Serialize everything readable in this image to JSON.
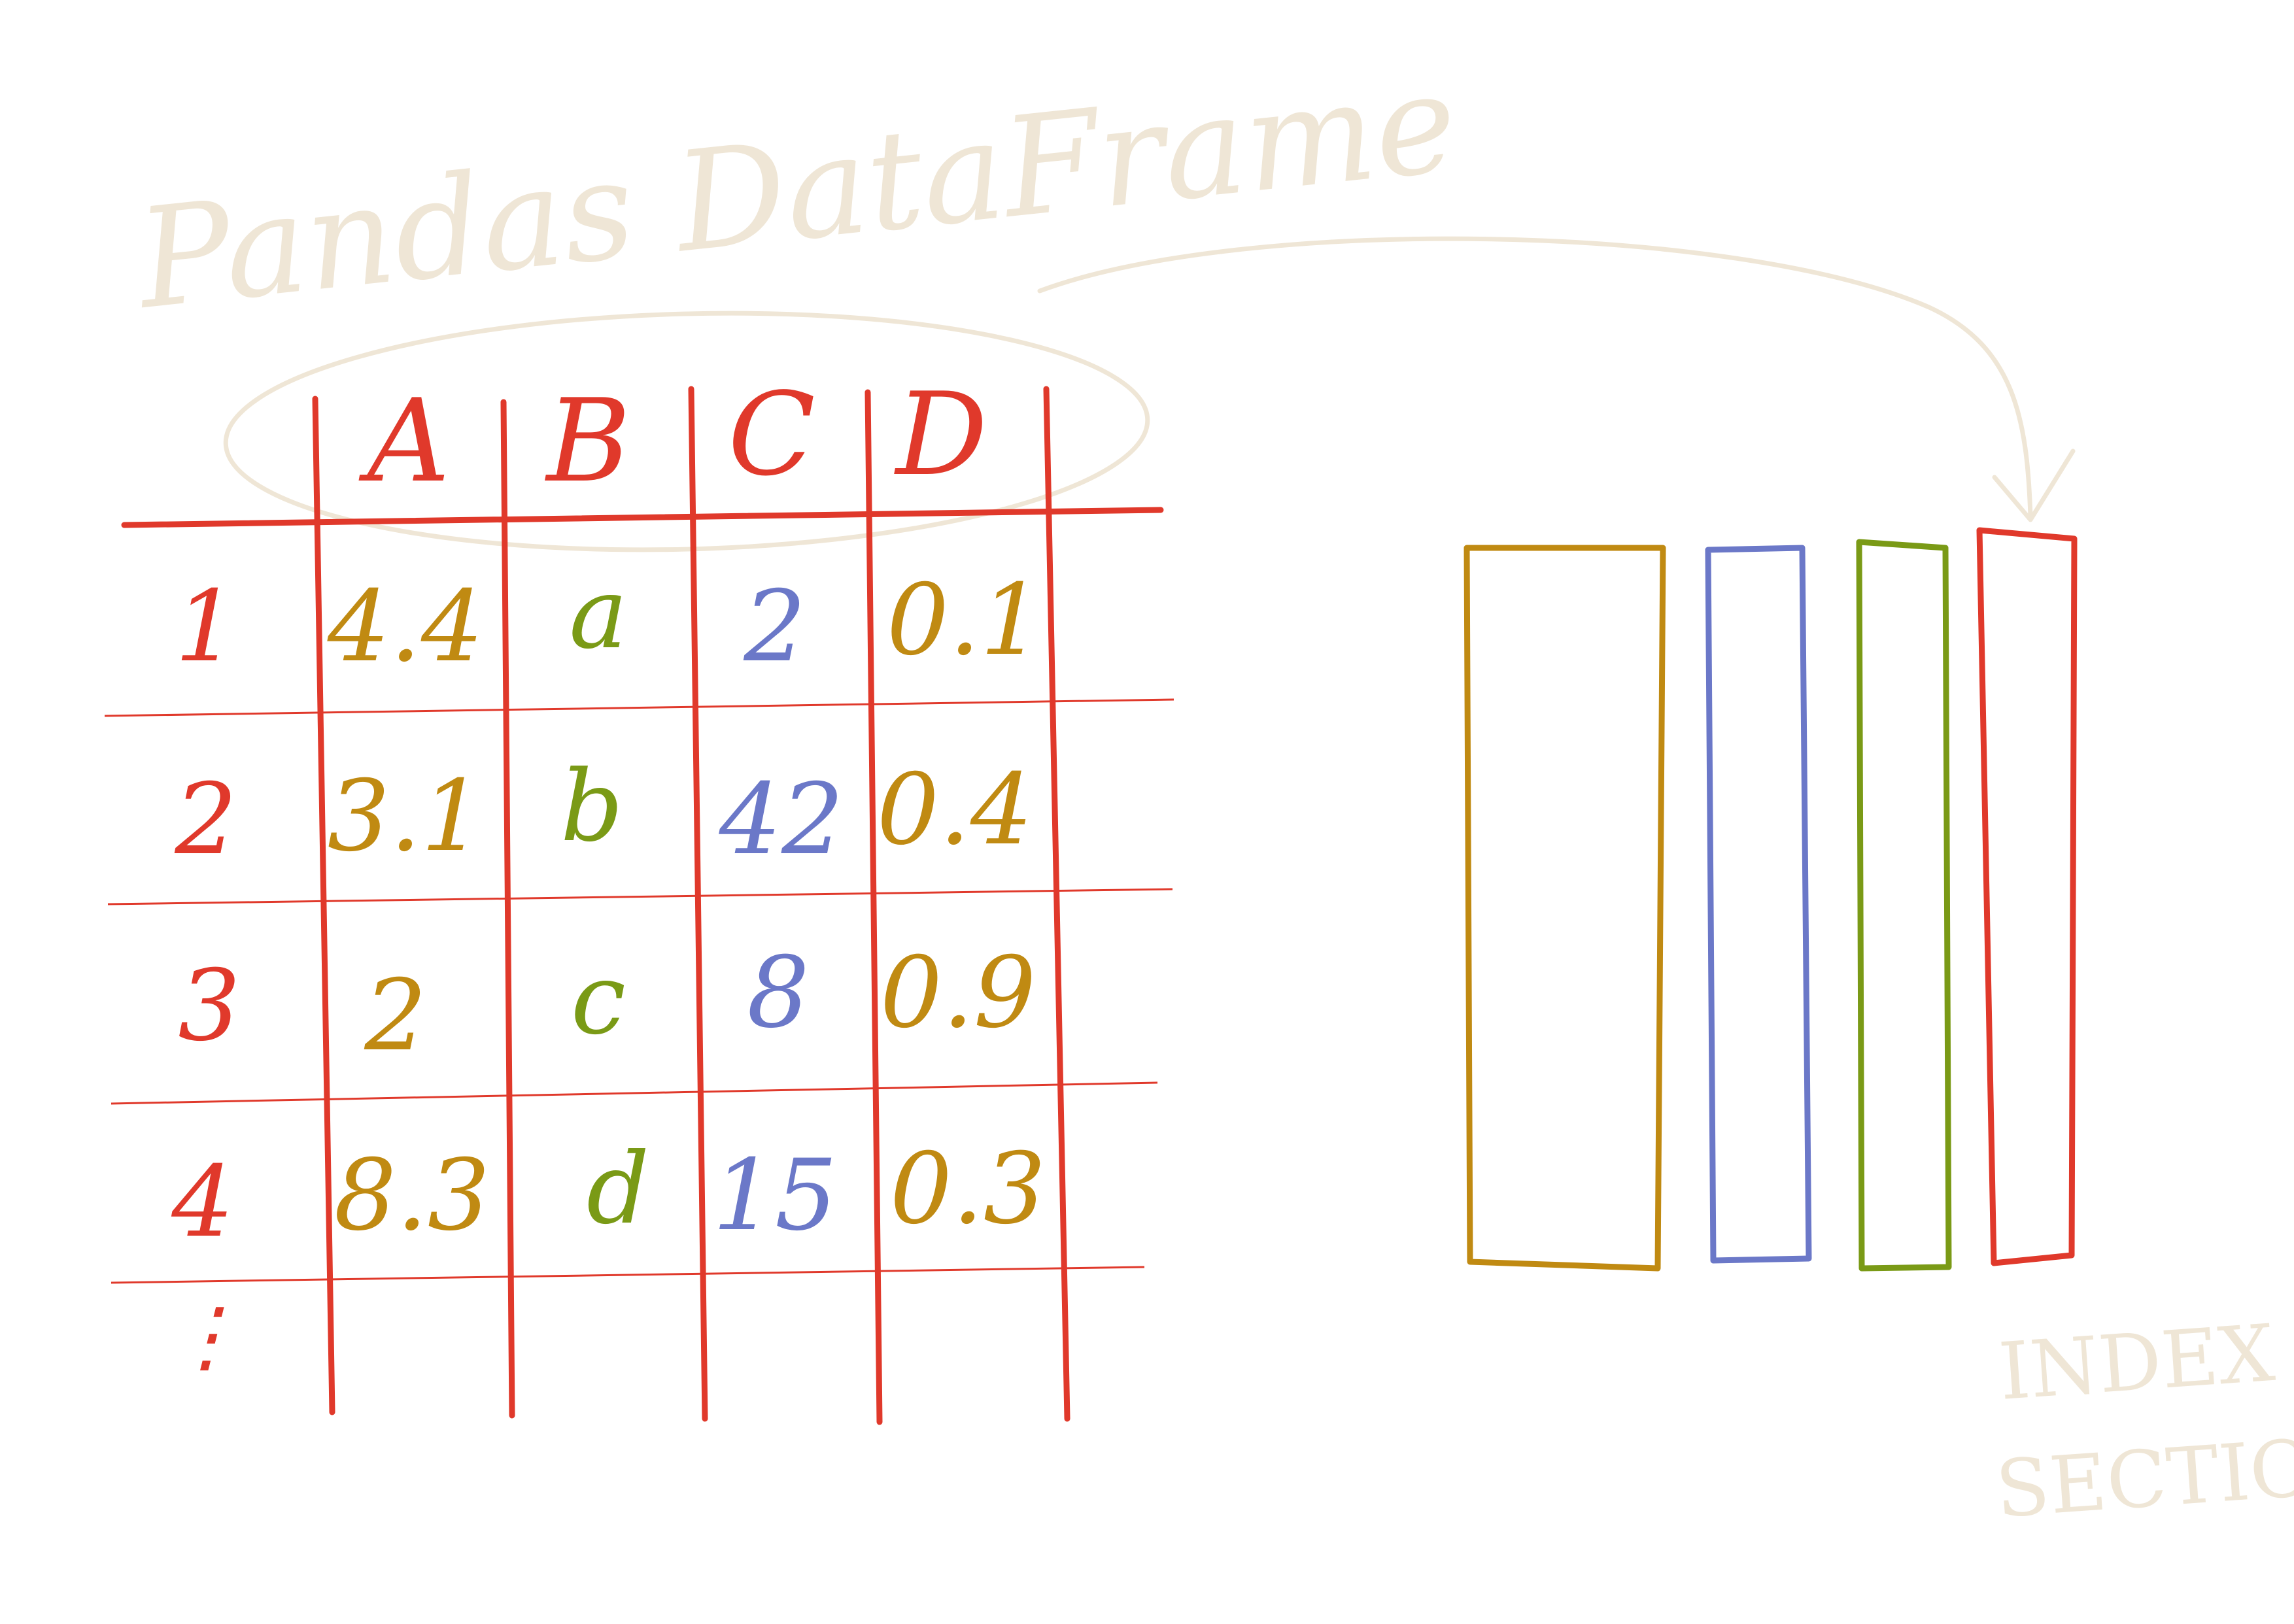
{
  "title": "Pandas DataFrame",
  "columns": [
    "A",
    "B",
    "C",
    "D"
  ],
  "index": [
    "1",
    "2",
    "3",
    "4"
  ],
  "ellipsis": "⋮",
  "rows": [
    [
      "4.4",
      "a",
      "2",
      "0.1"
    ],
    [
      "3.1",
      "b",
      "42",
      "0.4"
    ],
    [
      "2",
      "c",
      "8",
      "0.9"
    ],
    [
      "8.3",
      "d",
      "15",
      "0.3"
    ]
  ],
  "annotation": [
    "INDEX",
    "SECTION"
  ],
  "colors": {
    "grid": "#e0392b",
    "header": "#e0392b",
    "index": "#e0392b",
    "col_a": "#c08a12",
    "col_b": "#7a9a16",
    "col_c": "#6b78c8",
    "col_d": "#c08a12",
    "annotation": "#efe6d6"
  },
  "blocks": [
    {
      "name": "block-a",
      "color": "#c08a12"
    },
    {
      "name": "block-b",
      "color": "#6b78c8"
    },
    {
      "name": "block-c",
      "color": "#7a9a16"
    },
    {
      "name": "block-d",
      "color": "#e0392b"
    }
  ]
}
